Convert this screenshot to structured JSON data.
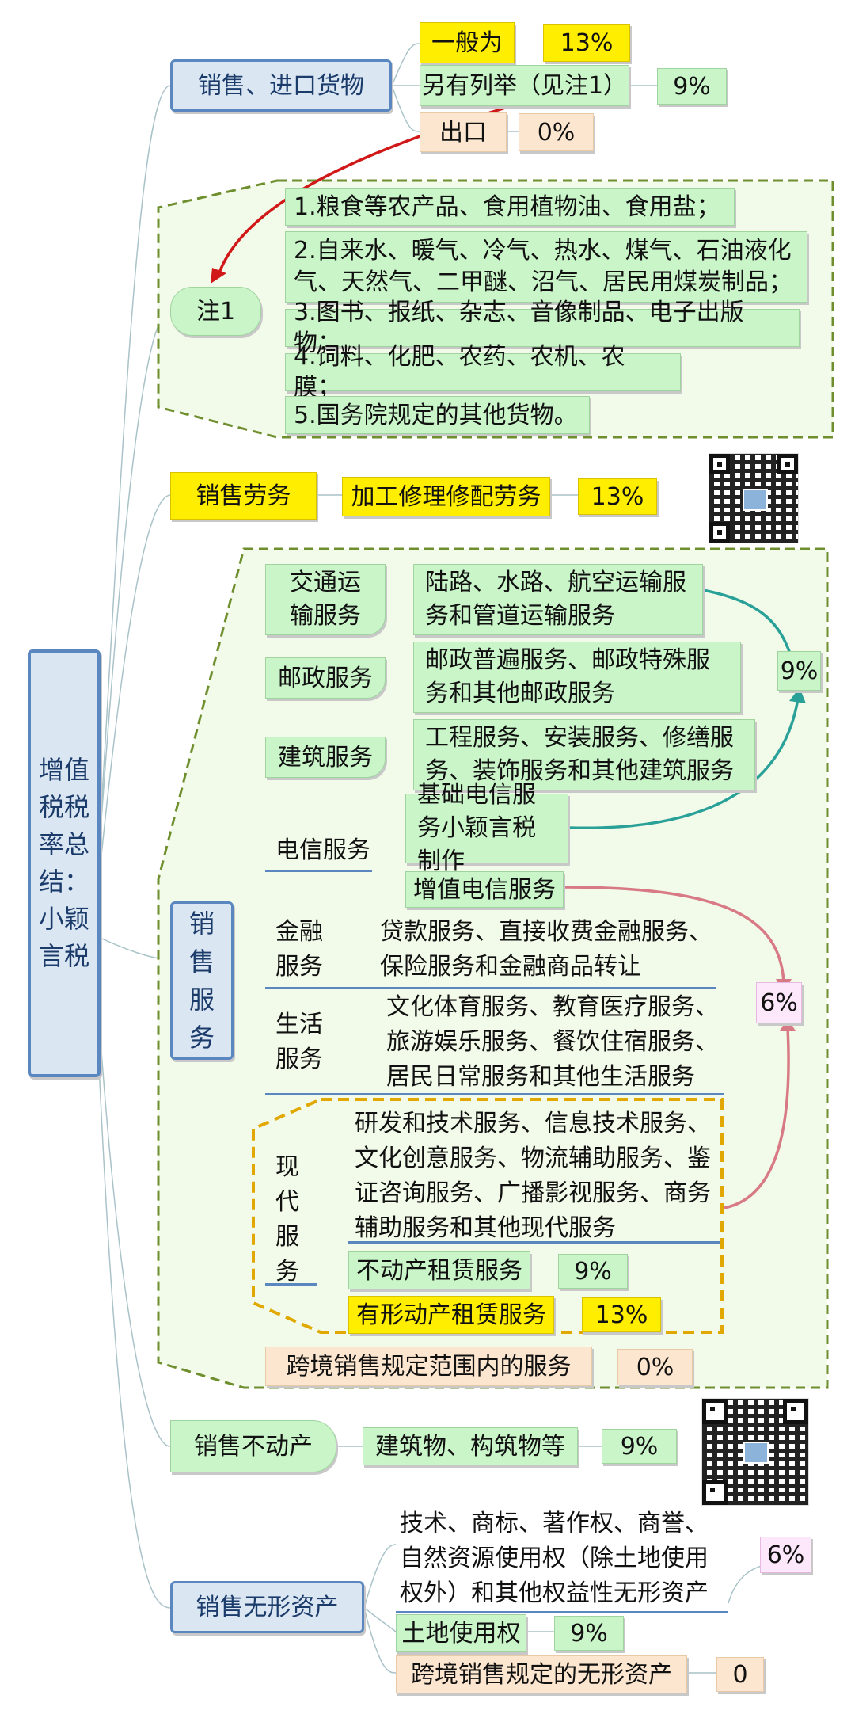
{
  "root_title": "增值税税率总结：小颖言税",
  "sales_goods": {
    "label": "销售、进口货物",
    "general_label": "一般为",
    "general_rate": "13%",
    "special_label": "另有列举（见注1）",
    "special_rate": "9%",
    "export_label": "出口",
    "export_rate": "0%"
  },
  "note1": {
    "label": "注1",
    "items": [
      "1.粮食等农产品、食用植物油、食用盐；",
      "2.自来水、暖气、冷气、热水、煤气、石油液化气、天然气、二甲醚、沼气、居民用煤炭制品；",
      "3.图书、报纸、杂志、音像制品、电子出版物；",
      "4.饲料、化肥、农药、农机、农膜；",
      "5.国务院规定的其他货物。"
    ]
  },
  "sales_labor": {
    "label": "销售劳务",
    "item": "加工修理修配劳务",
    "rate": "13%"
  },
  "sales_services": {
    "label": "销售服务",
    "transport": {
      "label": "交通运输服务",
      "detail": "陆路、水路、航空运输服务和管道运输服务"
    },
    "postal": {
      "label": "邮政服务",
      "detail": "邮政普遍服务、邮政特殊服务和其他邮政服务"
    },
    "construction": {
      "label": "建筑服务",
      "detail": "工程服务、安装服务、修缮服务、装饰服务和其他建筑服务"
    },
    "rate_9": "9%",
    "telecom": {
      "label": "电信服务",
      "basic": "基础电信服务小颖言税制作",
      "value_added": "增值电信服务"
    },
    "finance": {
      "label": "金融服务",
      "detail": "贷款服务、直接收费金融服务、保险服务和金融商品转让"
    },
    "life": {
      "label": "生活服务",
      "detail": "文化体育服务、教育医疗服务、旅游娱乐服务、餐饮住宿服务、居民日常服务和其他生活服务"
    },
    "rate_6": "6%",
    "modern": {
      "label": "现代服务",
      "detail": "研发和技术服务、信息技术服务、文化创意服务、物流辅助服务、鉴证咨询服务、广播影视服务、商务辅助服务和其他现代服务",
      "realestate_lease": "不动产租赁服务",
      "realestate_rate": "9%",
      "tangible_lease": "有形动产租赁服务",
      "tangible_rate": "13%"
    },
    "crossborder": "跨境销售规定范围内的服务",
    "crossborder_rate": "0%"
  },
  "sales_realestate": {
    "label": "销售不动产",
    "item": "建筑物、构筑物等",
    "rate": "9%"
  },
  "sales_intangible": {
    "label": "销售无形资产",
    "detail": "技术、商标、著作权、商誉、自然资源使用权（除土地使用权外）和其他权益性无形资产",
    "detail_rate": "6%",
    "land": "土地使用权",
    "land_rate": "9%",
    "crossborder": "跨境销售规定的无形资产",
    "crossborder_rate": "0"
  },
  "colors": {
    "green": "#c9f5c9",
    "yellow": "#ffee00",
    "blue_border": "#5b87c0",
    "dash": "#6f8f2f",
    "orange_dash": "#e0a800",
    "red_arrow": "#d01818",
    "teal_arrow": "#2aa198",
    "pink_arrow": "#d87a86"
  },
  "icons": [
    "qr-code-icon"
  ]
}
